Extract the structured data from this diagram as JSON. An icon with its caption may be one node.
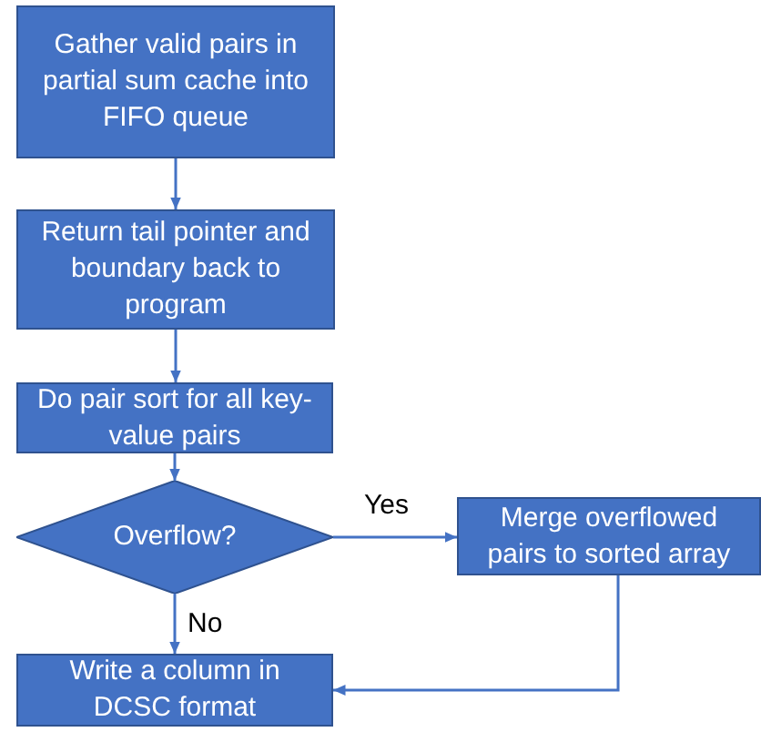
{
  "diagram": {
    "nodes": [
      {
        "text": [
          "Gather valid pairs in partial sum cache into FIFO queue"
        ]
      },
      {
        "text": [
          "Return tail pointer and boundary back to program"
        ]
      },
      {
        "text": [
          "Do pair sort for all key-value pairs"
        ]
      },
      {
        "text": [
          "Overflow?"
        ]
      },
      {
        "text": [
          "Merge overflowed pairs to sorted array"
        ]
      },
      {
        "text": [
          "Write a column in DCSC format"
        ]
      }
    ],
    "edges": [
      {
        "from": 0,
        "to": 1,
        "arrow": "to"
      },
      {
        "from": 1,
        "to": 2,
        "arrow": "to"
      },
      {
        "from": 2,
        "to": 3,
        "arrow": "to"
      },
      {
        "from": 3,
        "to": 4,
        "arrow": "to",
        "label": "Yes"
      },
      {
        "from": 3,
        "to": 5,
        "arrow": "to",
        "label": "No"
      },
      {
        "from": 4,
        "to": 5,
        "arrow": "to"
      }
    ]
  }
}
